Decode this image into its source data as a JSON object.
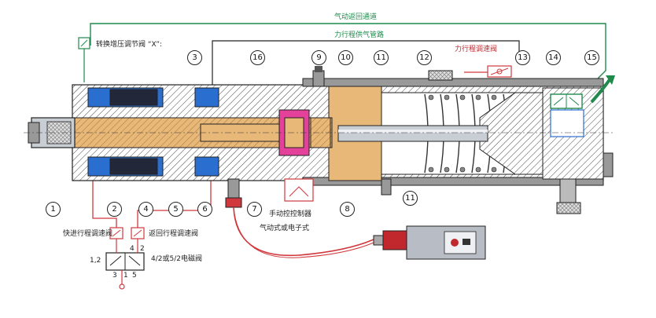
{
  "labels": {
    "pneumatic_return": "气动返回通道",
    "power_stroke": "力行程供气管路",
    "power_stroke_valve": "力行程调速阀",
    "switch_valve": "转换增压调节阀 “X”:",
    "fast_forward_valve": "快进行程调速阀",
    "return_valve": "返回行程调速阀",
    "solenoid_valve": "4/2或5/2电磁阀",
    "port_12": "1,2",
    "port_4": "4",
    "port_2": "2",
    "port_3": "3",
    "port_1": "1",
    "port_5": "5",
    "cutoff": "手动控控制器",
    "pneumatic_sensor": "气动式或电子式"
  },
  "callouts": [
    "1",
    "2",
    "3",
    "4",
    "5",
    "6",
    "7",
    "8",
    "9",
    "10",
    "11",
    "11",
    "12",
    "13",
    "14",
    "15",
    "16"
  ],
  "colors": {
    "blue": "#2a6fd0",
    "gold": "#e8b878",
    "pink": "#e4429a",
    "green_line": "#1f8a4c",
    "red_line": "#d0383d",
    "hatch": "#555555",
    "steel": "#c9cdd4"
  }
}
